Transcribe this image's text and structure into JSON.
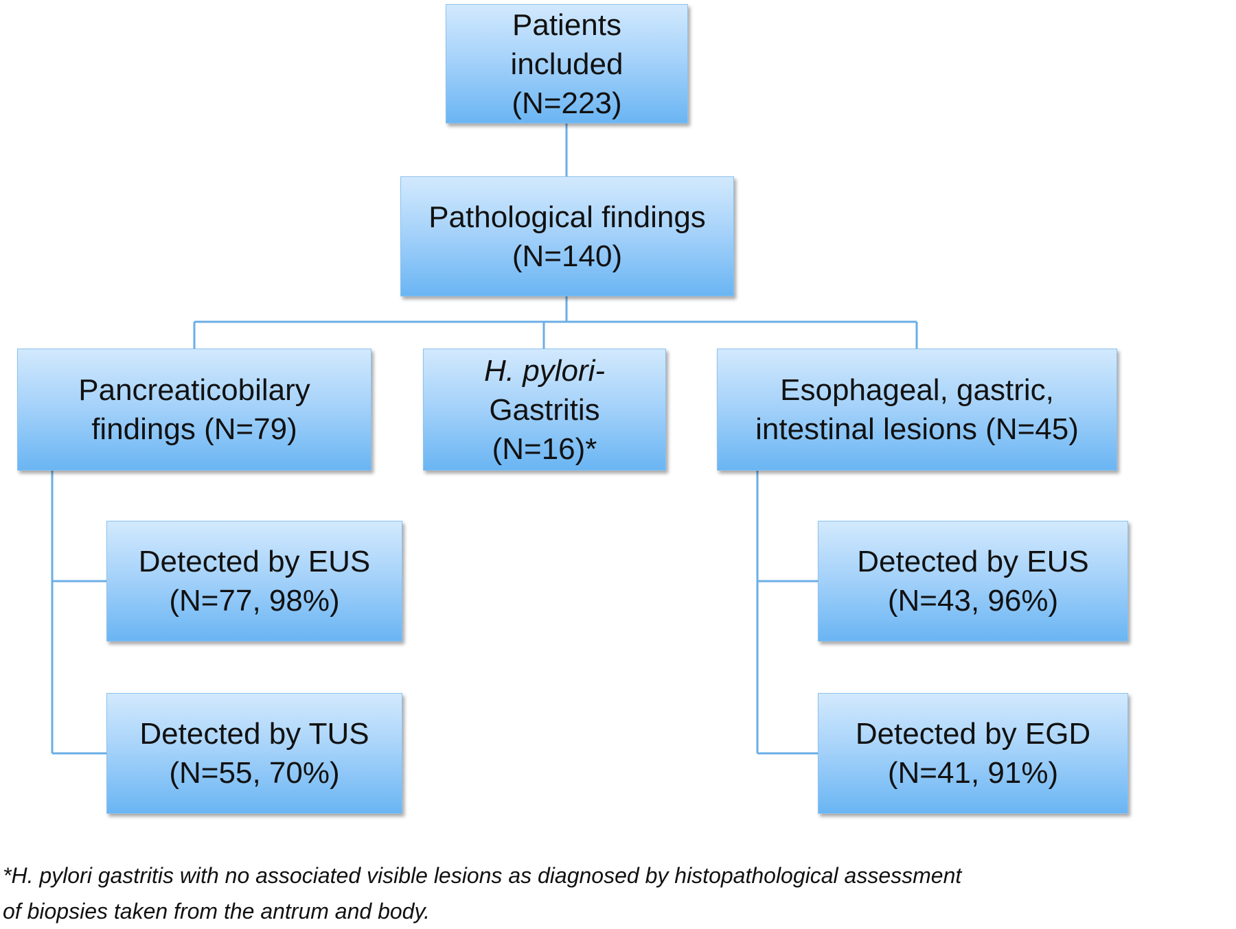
{
  "diagram": {
    "root": {
      "lines": [
        "Patients",
        "included",
        "(N=223)"
      ]
    },
    "pathological": {
      "lines": [
        "Pathological findings",
        "(N=140)"
      ]
    },
    "pancreaticobiliary": {
      "lines": [
        "Pancreaticobilary",
        "findings (N=79)"
      ]
    },
    "hpylori": {
      "line1": "H. pylori-",
      "line2": "Gastritis",
      "line3": "(N=16)*"
    },
    "lesions": {
      "lines": [
        "Esophageal, gastric,",
        "intestinal lesions (N=45)"
      ]
    },
    "panc_eus": {
      "lines": [
        "Detected by EUS",
        "(N=77, 98%)"
      ]
    },
    "panc_tus": {
      "lines": [
        "Detected by TUS",
        "(N=55, 70%)"
      ]
    },
    "les_eus": {
      "lines": [
        "Detected by EUS",
        "(N=43, 96%)"
      ]
    },
    "les_egd": {
      "lines": [
        "Detected by EGD",
        "(N=41, 91%)"
      ]
    }
  },
  "footnote": {
    "line1": "*H. pylori gastritis with no associated visible lesions as diagnosed by histopathological assessment",
    "line2": "of biopsies taken from the antrum and body."
  },
  "colors": {
    "connector": "#6aaee6",
    "box_top": "#d2e9fd",
    "box_bottom": "#6ab5f3"
  }
}
